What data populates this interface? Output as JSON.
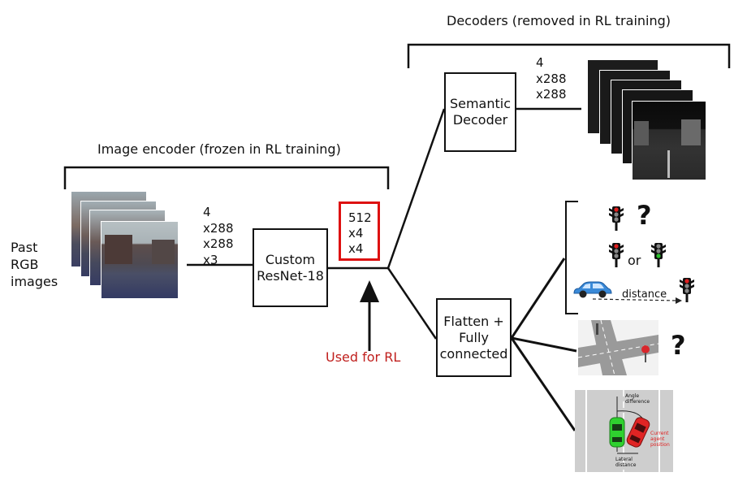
{
  "decoders_title": "Decoders (removed in RL training)",
  "encoder_title": "Image encoder (frozen in RL training)",
  "input_label": "Past\nRGB\nimages",
  "input_dims": "4\nx288\nx288\nx3",
  "encoder_box": "Custom\nResNet-18",
  "latent_dims": "512\nx4\nx4",
  "rl_label": "Used for RL",
  "semantic_dims": "4\nx288\nx288",
  "semantic_box": "Semantic\nDecoder",
  "fc_box": "Flatten +\nFully\nconnected",
  "traffic_light_or": "or",
  "distance_label": "distance",
  "question_mark": "?",
  "pose_labels": {
    "angle": "Angle\ndifference",
    "agent": "Current\nagent\nposition",
    "lateral": "Lateral\ndistance"
  },
  "colors": {
    "rl_red": "#c0201e",
    "light_red": "#e02020",
    "light_green": "#2bbf2b",
    "car_blue": "#3a8ad8"
  }
}
